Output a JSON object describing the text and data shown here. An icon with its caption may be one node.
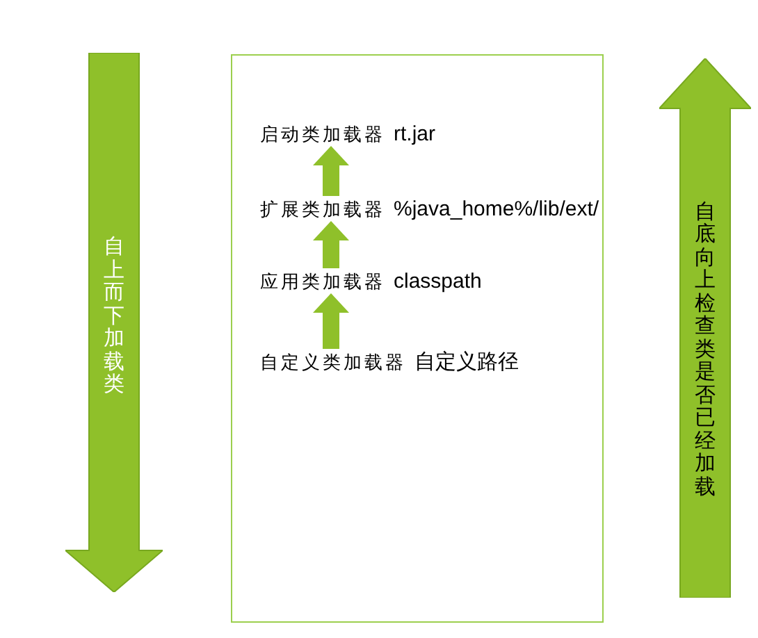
{
  "diagram": {
    "nodes": [
      {
        "text": [
          "自上而下加载类"
        ]
      },
      {
        "text": [],
        "shape": "box"
      },
      {
        "text": [
          "启动类加载器",
          "rt.jar"
        ],
        "in": 1
      },
      {
        "text": [
          "扩展类加载器",
          "%java_home%/lib/ext/"
        ],
        "in": 1
      },
      {
        "text": [
          "应用类加载器",
          "classpath"
        ],
        "in": 1
      },
      {
        "text": [
          "自定义类加载器",
          "自定义路径"
        ],
        "in": 1
      },
      {
        "text": [
          "自底向上检查类是否已经加载"
        ]
      }
    ],
    "edges": [
      {
        "from": 3,
        "to": 2,
        "arrow": "to"
      },
      {
        "from": 4,
        "to": 3,
        "arrow": "to"
      },
      {
        "from": 5,
        "to": 4,
        "arrow": "to"
      }
    ]
  }
}
